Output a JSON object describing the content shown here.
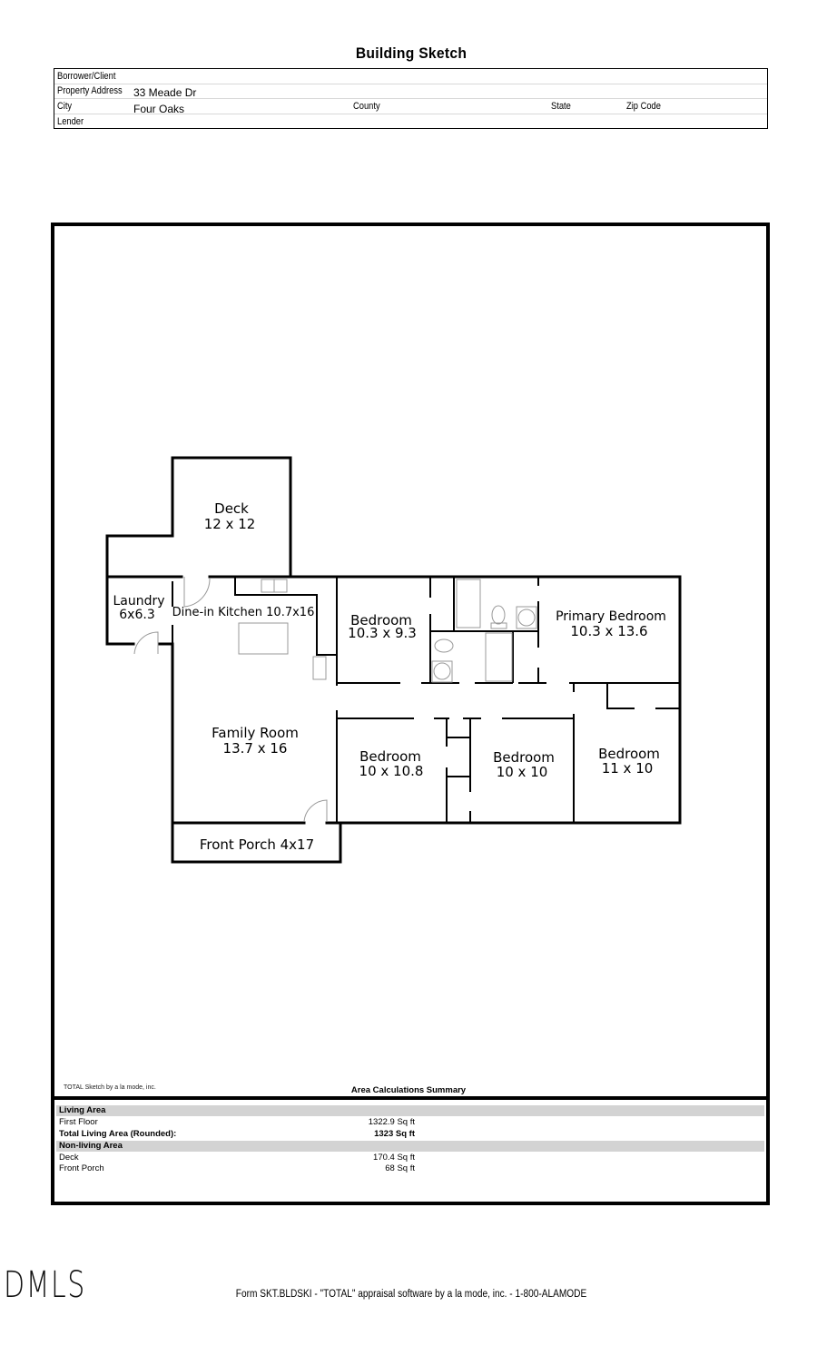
{
  "document": {
    "title": "Building Sketch",
    "header": {
      "borrower_label": "Borrower/Client",
      "borrower_value": "",
      "address_label": "Property Address",
      "address_value": "33 Meade Dr",
      "city_label": "City",
      "city_value": "Four Oaks",
      "county_label": "County",
      "state_label": "State",
      "zip_label": "Zip Code",
      "lender_label": "Lender"
    }
  },
  "floor_plan": {
    "rooms": {
      "deck": {
        "name": "Deck",
        "dims": "12 x 12"
      },
      "laundry": {
        "name": "Laundry",
        "dims": "6x6.3"
      },
      "kitchen": {
        "label": "Dine-in Kitchen 10.7x16"
      },
      "bedroom1": {
        "name": "Bedroom",
        "dims": "10.3 x 9.3"
      },
      "primary": {
        "name": "Primary Bedroom",
        "dims": "10.3 x 13.6"
      },
      "family": {
        "name": "Family Room",
        "dims": "13.7 x 16"
      },
      "bedroom2": {
        "name": "Bedroom",
        "dims": "10 x 10.8"
      },
      "bedroom3": {
        "name": "Bedroom",
        "dims": "10 x 10"
      },
      "bedroom4": {
        "name": "Bedroom",
        "dims": "11 x 10"
      },
      "porch": {
        "label": "Front Porch 4x17"
      }
    }
  },
  "area_summary": {
    "credit": "TOTAL Sketch by a la mode, inc.",
    "title": "Area Calculations Summary",
    "living_header": "Living Area",
    "first_floor_label": "First Floor",
    "first_floor_value": "1322.9 Sq ft",
    "total_label": "Total Living Area (Rounded):",
    "total_value": "1323 Sq ft",
    "nonliving_header": "Non-living Area",
    "deck_label": "Deck",
    "deck_value": "170.4 Sq ft",
    "porch_label": "Front Porch",
    "porch_value": "68 Sq ft"
  },
  "footer": {
    "form_text": "Form SKT.BLDSKI - \"TOTAL\" appraisal software by a la mode, inc. - 1-800-ALAMODE",
    "watermark": "DMLS"
  }
}
